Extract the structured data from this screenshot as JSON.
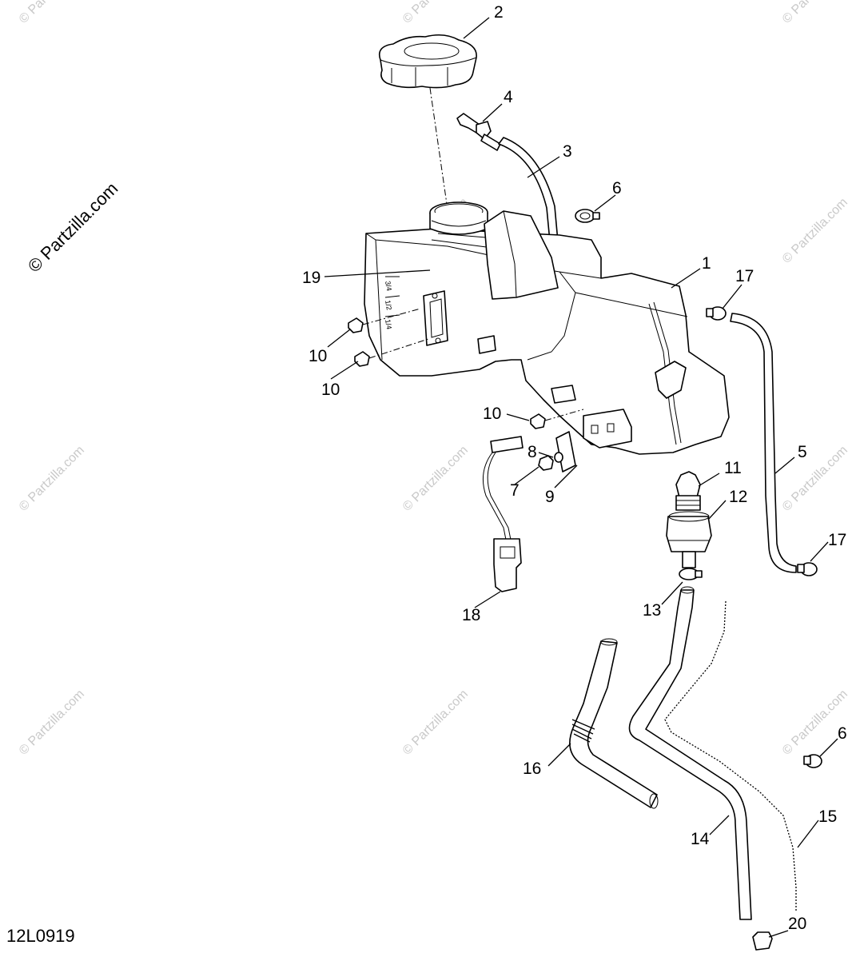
{
  "watermark": {
    "main": "© Partzilla.com",
    "repeat": "© Partzilla.com"
  },
  "drawing_code": "12L0919",
  "callouts": [
    "1",
    "2",
    "3",
    "4",
    "5",
    "6",
    "6",
    "7",
    "8",
    "9",
    "10",
    "10",
    "10",
    "11",
    "12",
    "13",
    "14",
    "15",
    "16",
    "17",
    "17",
    "18",
    "19",
    "20"
  ]
}
